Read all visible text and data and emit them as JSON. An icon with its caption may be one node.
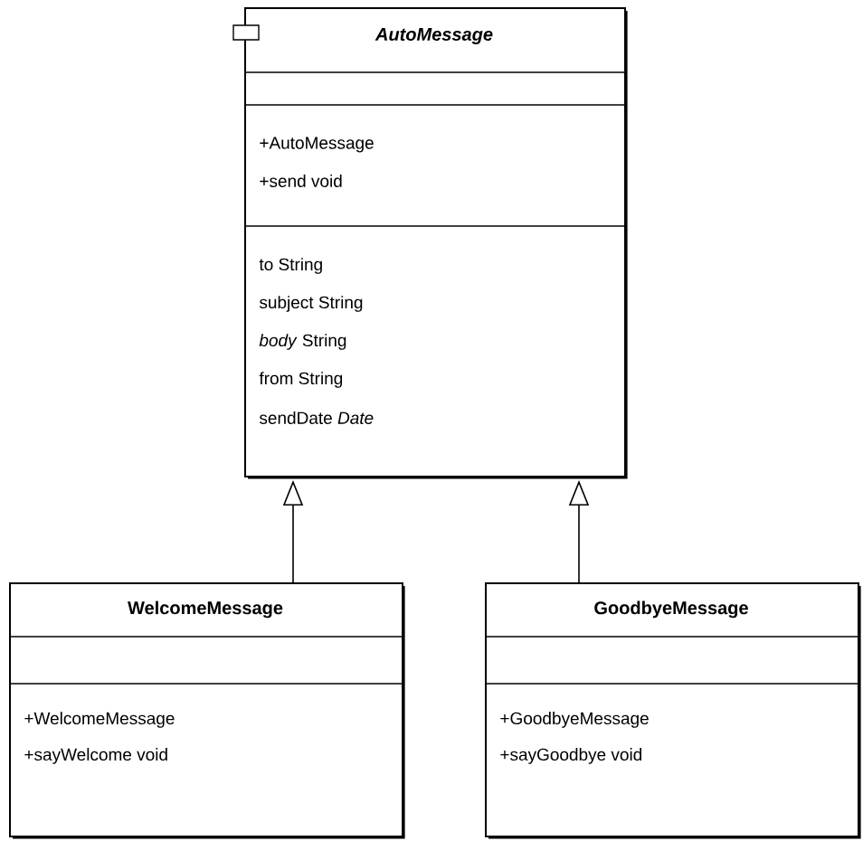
{
  "diagram": {
    "nodes": [
      {
        "text": [
          "AutoMessage",
          "+AutoMessage",
          "+send void",
          "to String",
          "subject String",
          "*body* String",
          "from String",
          "sendDate *Date*"
        ]
      },
      {
        "text": [
          "WelcomeMessage",
          "+WelcomeMessage",
          "+sayWelcome void"
        ]
      },
      {
        "text": [
          "GoodbyeMessage",
          "+GoodbyeMessage",
          "+sayGoodbye void"
        ]
      }
    ],
    "edges": [
      {
        "from": 1,
        "to": 0,
        "arrow": "to"
      },
      {
        "from": 2,
        "to": 0,
        "arrow": "to"
      }
    ]
  }
}
